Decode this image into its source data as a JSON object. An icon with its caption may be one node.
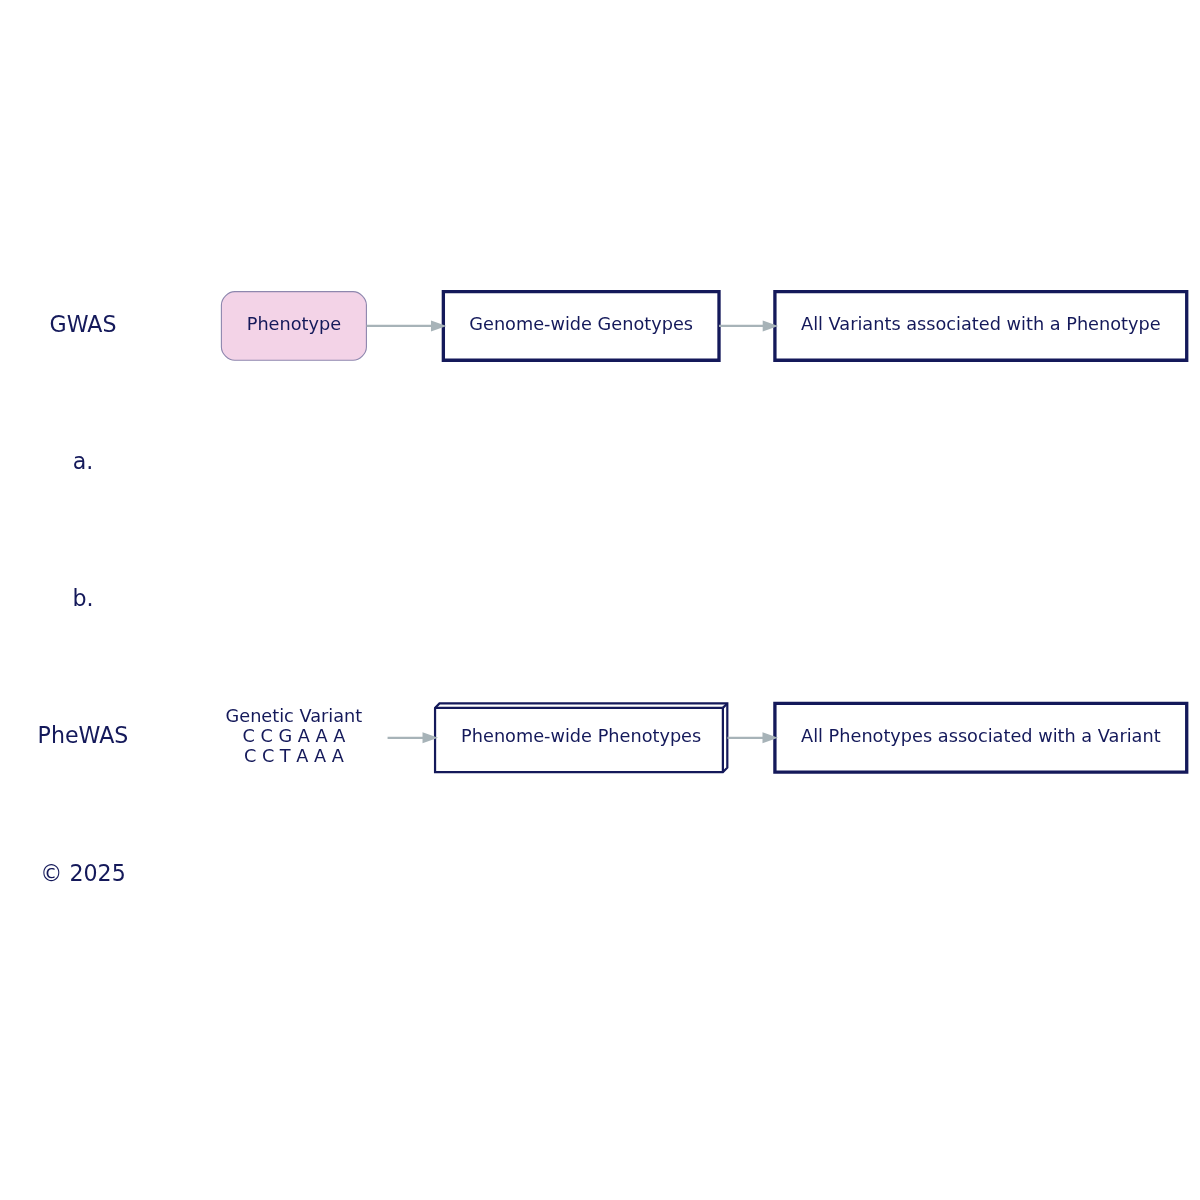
{
  "diagram": {
    "nodes": [
      {
        "text": [
          "Phenotype"
        ]
      },
      {
        "text": [
          "Genome-wide Genotypes"
        ]
      },
      {
        "text": [
          "All Variants associated with a Phenotype"
        ]
      },
      {
        "text": [
          "Genetic Variant",
          "C C G A A A",
          "C C T A A A"
        ]
      },
      {
        "text": [
          "Phenome-wide Phenotypes"
        ]
      },
      {
        "text": [
          "All Phenotypes associated with a Variant"
        ]
      }
    ],
    "edges": [
      {
        "from": 0,
        "to": 1,
        "arrow": "to"
      },
      {
        "from": 1,
        "to": 2,
        "arrow": "to"
      },
      {
        "from": 3,
        "to": 4,
        "arrow": "to"
      },
      {
        "from": 4,
        "to": 5,
        "arrow": "to"
      }
    ],
    "labels": [
      "GWAS",
      "a.",
      "b.",
      "PheWAS",
      "© 2025"
    ]
  }
}
